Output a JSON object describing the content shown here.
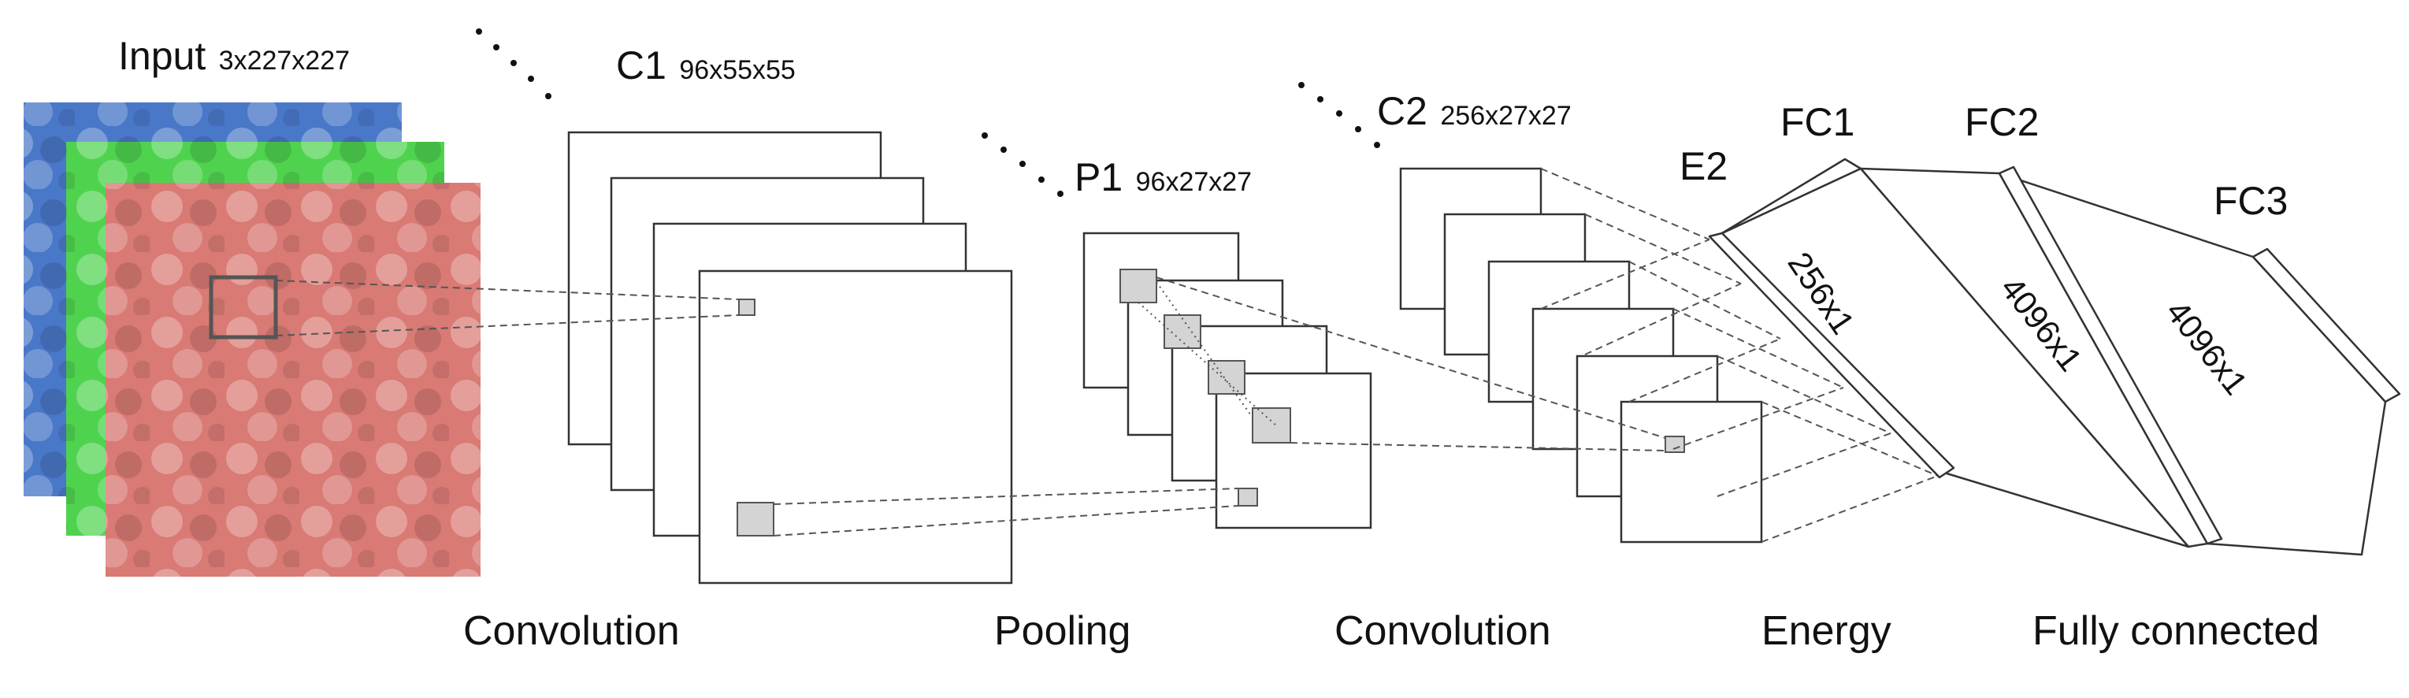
{
  "labels": {
    "input_name": "Input",
    "input_dims": "3x227x227",
    "c1_name": "C1",
    "c1_dims": "96x55x55",
    "p1_name": "P1",
    "p1_dims": "96x27x27",
    "c2_name": "C2",
    "c2_dims": "256x27x27",
    "e2_name": "E2",
    "fc1_name": "FC1",
    "fc2_name": "FC2",
    "fc3_name": "FC3",
    "e2_size": "256x1",
    "fc2_size": "4096x1",
    "fc3_size": "4096x1"
  },
  "captions": {
    "convolution_1": "Convolution",
    "pooling": "Pooling",
    "convolution_2": "Convolution",
    "energy": "Energy",
    "fully_connected": "Fully connected"
  },
  "colors": {
    "blue_channel": "#4a78c8",
    "green_channel": "#4fd34f",
    "red_channel": "#d97a74",
    "patch_fill": "#d4d4d4"
  }
}
